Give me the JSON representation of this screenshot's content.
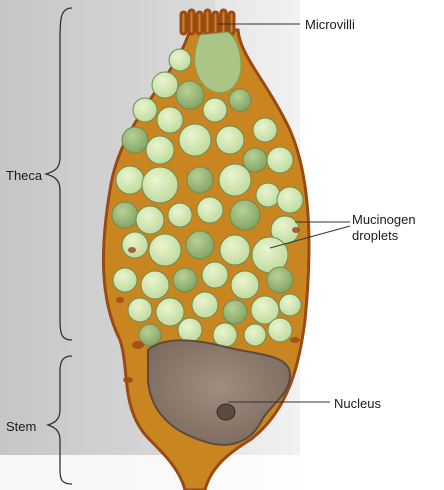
{
  "labels": {
    "microvilli": "Microvilli",
    "mucinogen": "Mucinogen\ndroplets",
    "mucinogen_line1": "Mucinogen",
    "mucinogen_line2": "droplets",
    "nucleus": "Nucleus",
    "theca": "Theca",
    "stem": "Stem"
  },
  "colors": {
    "cytoplasm": "#c9851f",
    "membrane": "#9a4a14",
    "droplet_light": "#d9ebb5",
    "droplet_dark": "#9dbf7c",
    "nucleus_fill": "#8c7b6f",
    "background_gray": "#d8d8d8"
  }
}
